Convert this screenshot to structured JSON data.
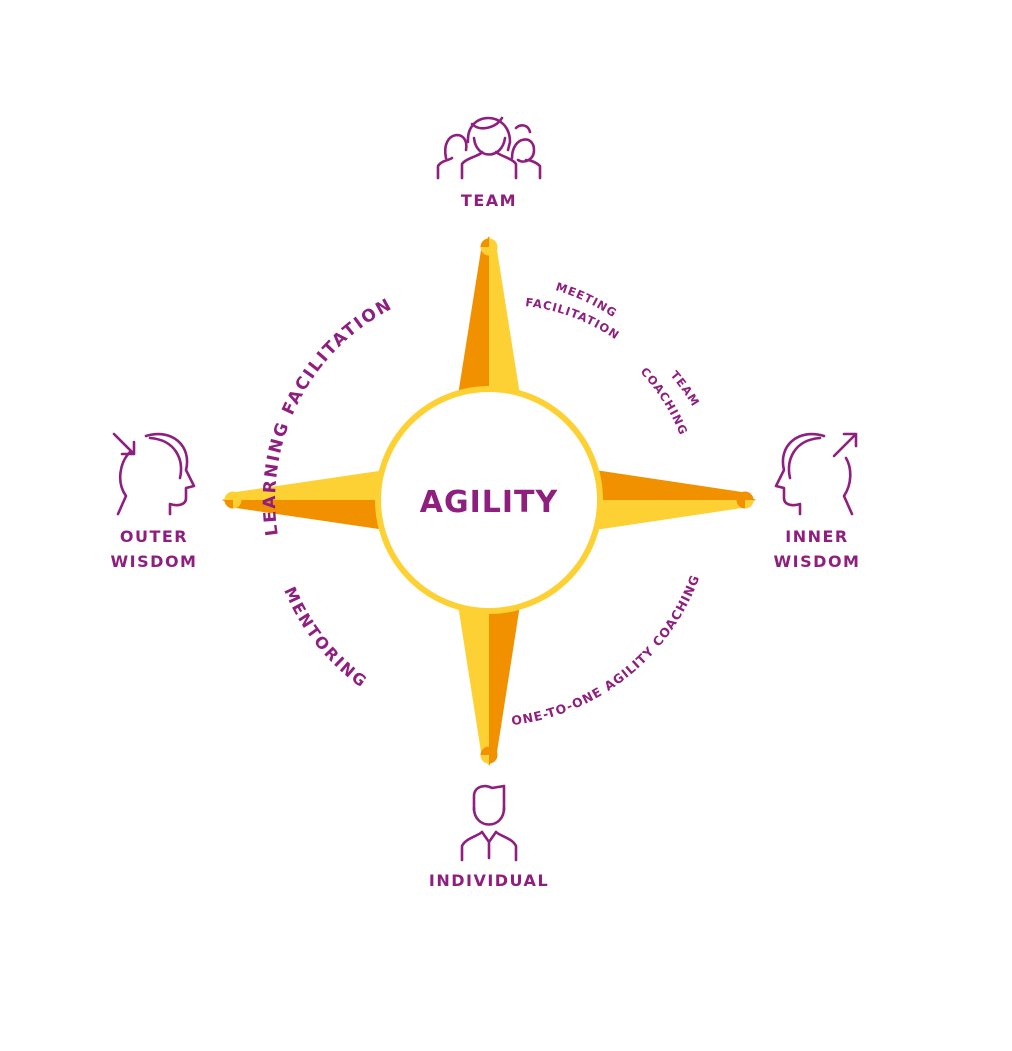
{
  "center": {
    "label": "AGILITY"
  },
  "directions": {
    "top": "TEAM",
    "bottom": "INDIVIDUAL",
    "left": {
      "line1": "OUTER",
      "line2": "WISDOM"
    },
    "right": {
      "line1": "INNER",
      "line2": "WISDOM"
    }
  },
  "quadrants": {
    "learning_facilitation": "LEARNING FACILITATION",
    "meeting_facilitation": {
      "line1": "MEETING",
      "line2": "FACILITATION"
    },
    "team_coaching": {
      "line1": "TEAM",
      "line2": "COACHING"
    },
    "one_to_one": "ONE-TO-ONE AGILITY COACHING",
    "mentoring": "MENTORING"
  },
  "colors": {
    "purple": "#8e1f7f",
    "yellow": "#fdd133",
    "orange": "#f29100"
  }
}
